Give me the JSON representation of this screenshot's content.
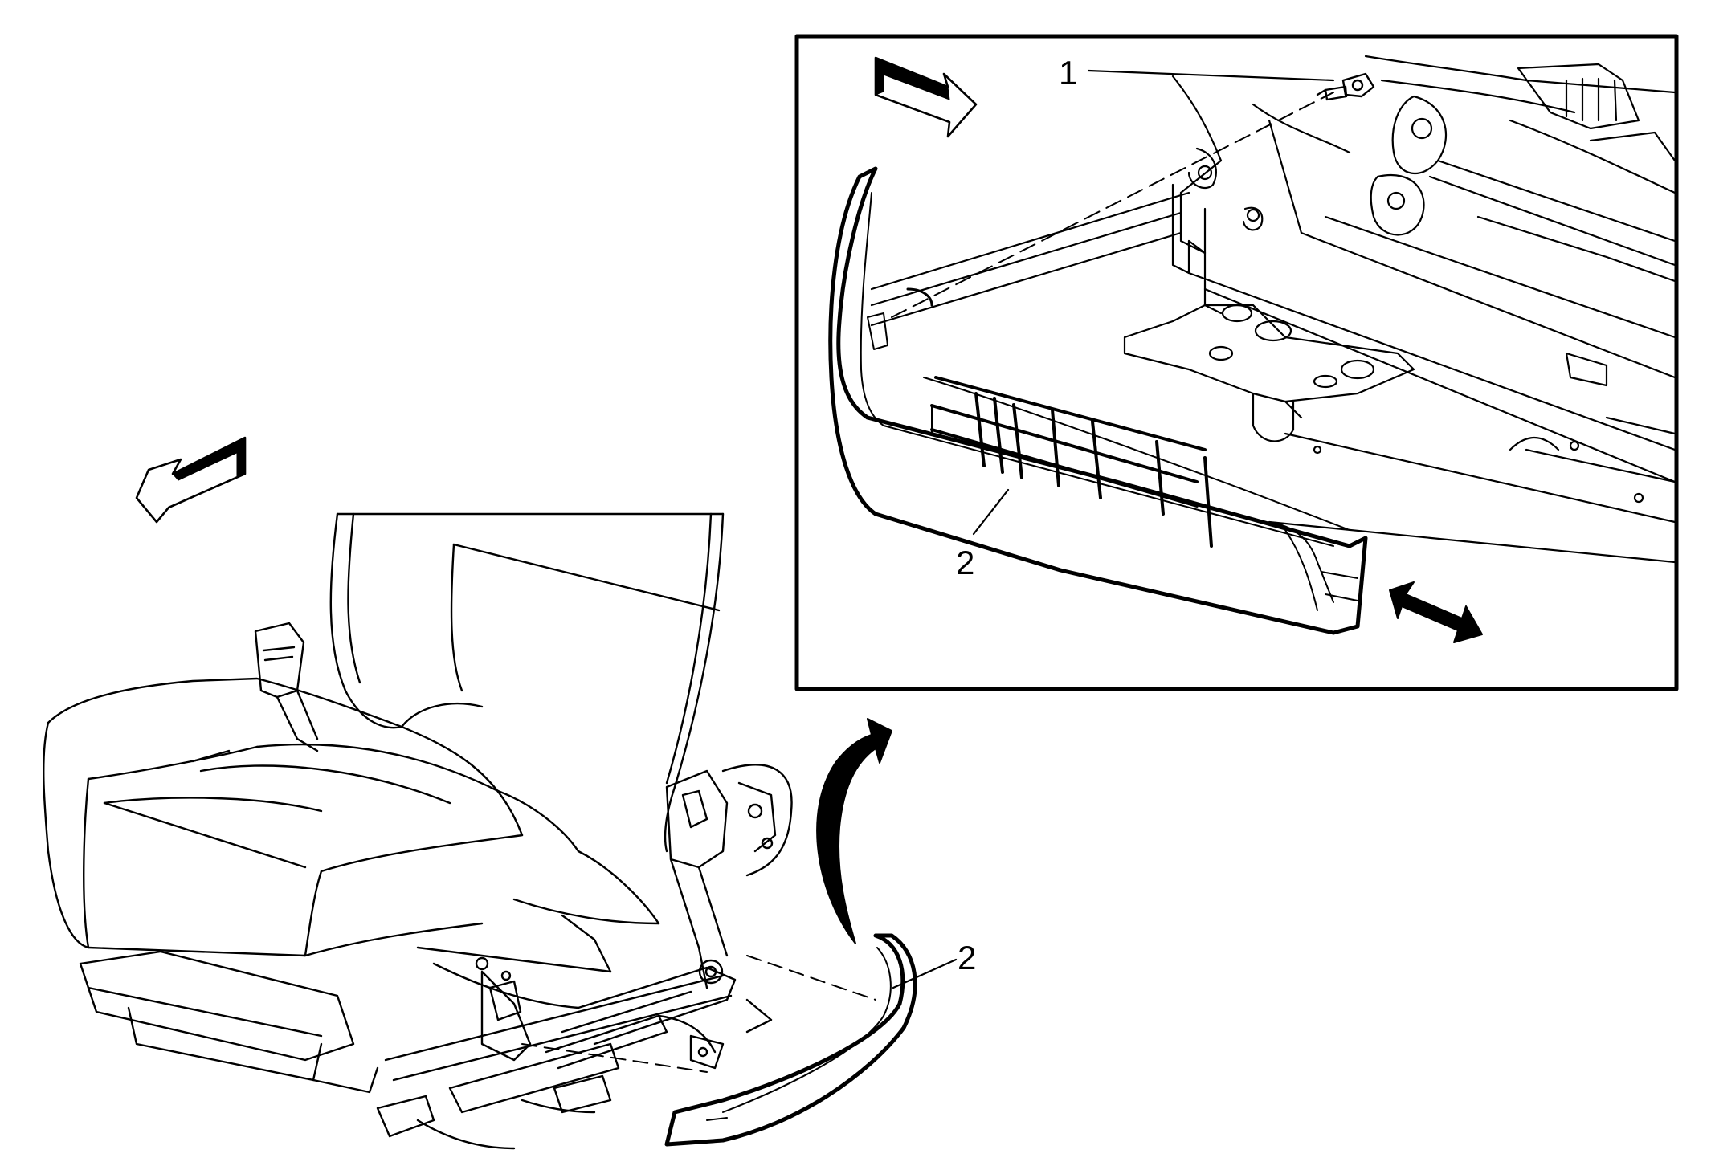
{
  "callouts": {
    "detail_fastener": "1",
    "detail_trim_cover": "2",
    "main_trim_cover": "2"
  },
  "colors": {
    "line": "#000000",
    "background": "#ffffff",
    "arrow_fill": "#000000"
  },
  "icons": {
    "front_arrow_main": "direction-arrow-icon",
    "front_arrow_detail": "direction-arrow-icon",
    "removal_arrow": "curved-arrow-icon",
    "slide_arrow": "double-headed-arrow-icon"
  }
}
